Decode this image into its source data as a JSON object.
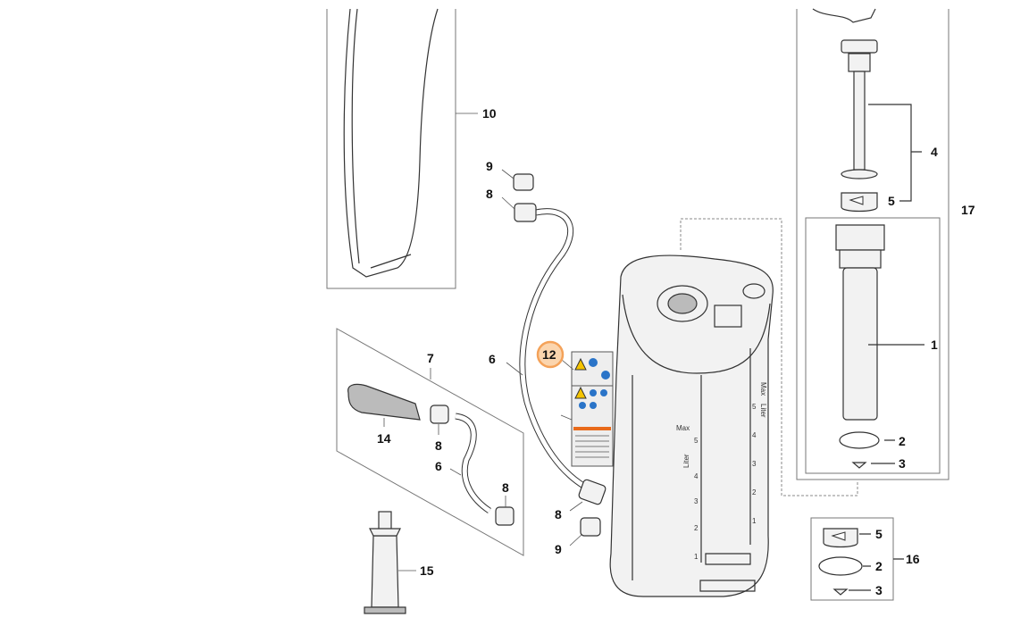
{
  "diagram": {
    "highlight_color": "#f4a259",
    "callouts": [
      {
        "id": "c10",
        "label": "10"
      },
      {
        "id": "c9a",
        "label": "9"
      },
      {
        "id": "c8a",
        "label": "8"
      },
      {
        "id": "c6a",
        "label": "6"
      },
      {
        "id": "c12",
        "label": "12"
      },
      {
        "id": "c7",
        "label": "7"
      },
      {
        "id": "c14",
        "label": "14"
      },
      {
        "id": "c8b",
        "label": "8"
      },
      {
        "id": "c6b",
        "label": "6"
      },
      {
        "id": "c8c",
        "label": "8"
      },
      {
        "id": "c15",
        "label": "15"
      },
      {
        "id": "c8d",
        "label": "8"
      },
      {
        "id": "c9b",
        "label": "9"
      },
      {
        "id": "c4",
        "label": "4"
      },
      {
        "id": "c5a",
        "label": "5"
      },
      {
        "id": "c17",
        "label": "17"
      },
      {
        "id": "c1",
        "label": "1"
      },
      {
        "id": "c2a",
        "label": "2"
      },
      {
        "id": "c3a",
        "label": "3"
      },
      {
        "id": "c5b",
        "label": "5"
      },
      {
        "id": "c2b",
        "label": "2"
      },
      {
        "id": "c16",
        "label": "16"
      },
      {
        "id": "c3b",
        "label": "3"
      }
    ],
    "tank_scale": {
      "left_label": "Max",
      "left_unit": "Liter",
      "left_marks": [
        "5",
        "4",
        "3",
        "2",
        "1"
      ],
      "right_label": "Max",
      "right_unit": "Liter",
      "right_marks": [
        "5",
        "4",
        "3",
        "2",
        "1"
      ]
    }
  }
}
